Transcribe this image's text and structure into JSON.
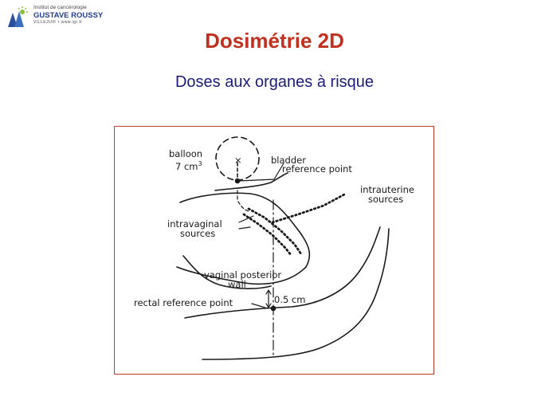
{
  "logo": {
    "line1": "Institut de cancérologie",
    "line2": "GUSTAVE ROUSSY",
    "line3": "VILLEJUIF • www.igr.fr"
  },
  "slide": {
    "title": "Dosimétrie 2D",
    "subtitle": "Doses aux organes à risque"
  },
  "diagram": {
    "labels": {
      "balloon": "balloon",
      "balloon_volume": "7 cm",
      "balloon_volume_exp": "3",
      "bladder_1": "bladder",
      "bladder_2": "reference  point",
      "intrauterine_1": "intrauterine",
      "intrauterine_2": "sources",
      "intravaginal_1": "intravaginal",
      "intravaginal_2": "sources",
      "vaginal_1": "vaginal posterior",
      "vaginal_2": "wall",
      "distance": "0.5 cm",
      "rectal": "rectal  reference  point"
    }
  },
  "colors": {
    "title": "#c0311f",
    "subtitle": "#1c1c78",
    "frame": "#c23a2a",
    "logo_text": "#1f3f8a"
  }
}
